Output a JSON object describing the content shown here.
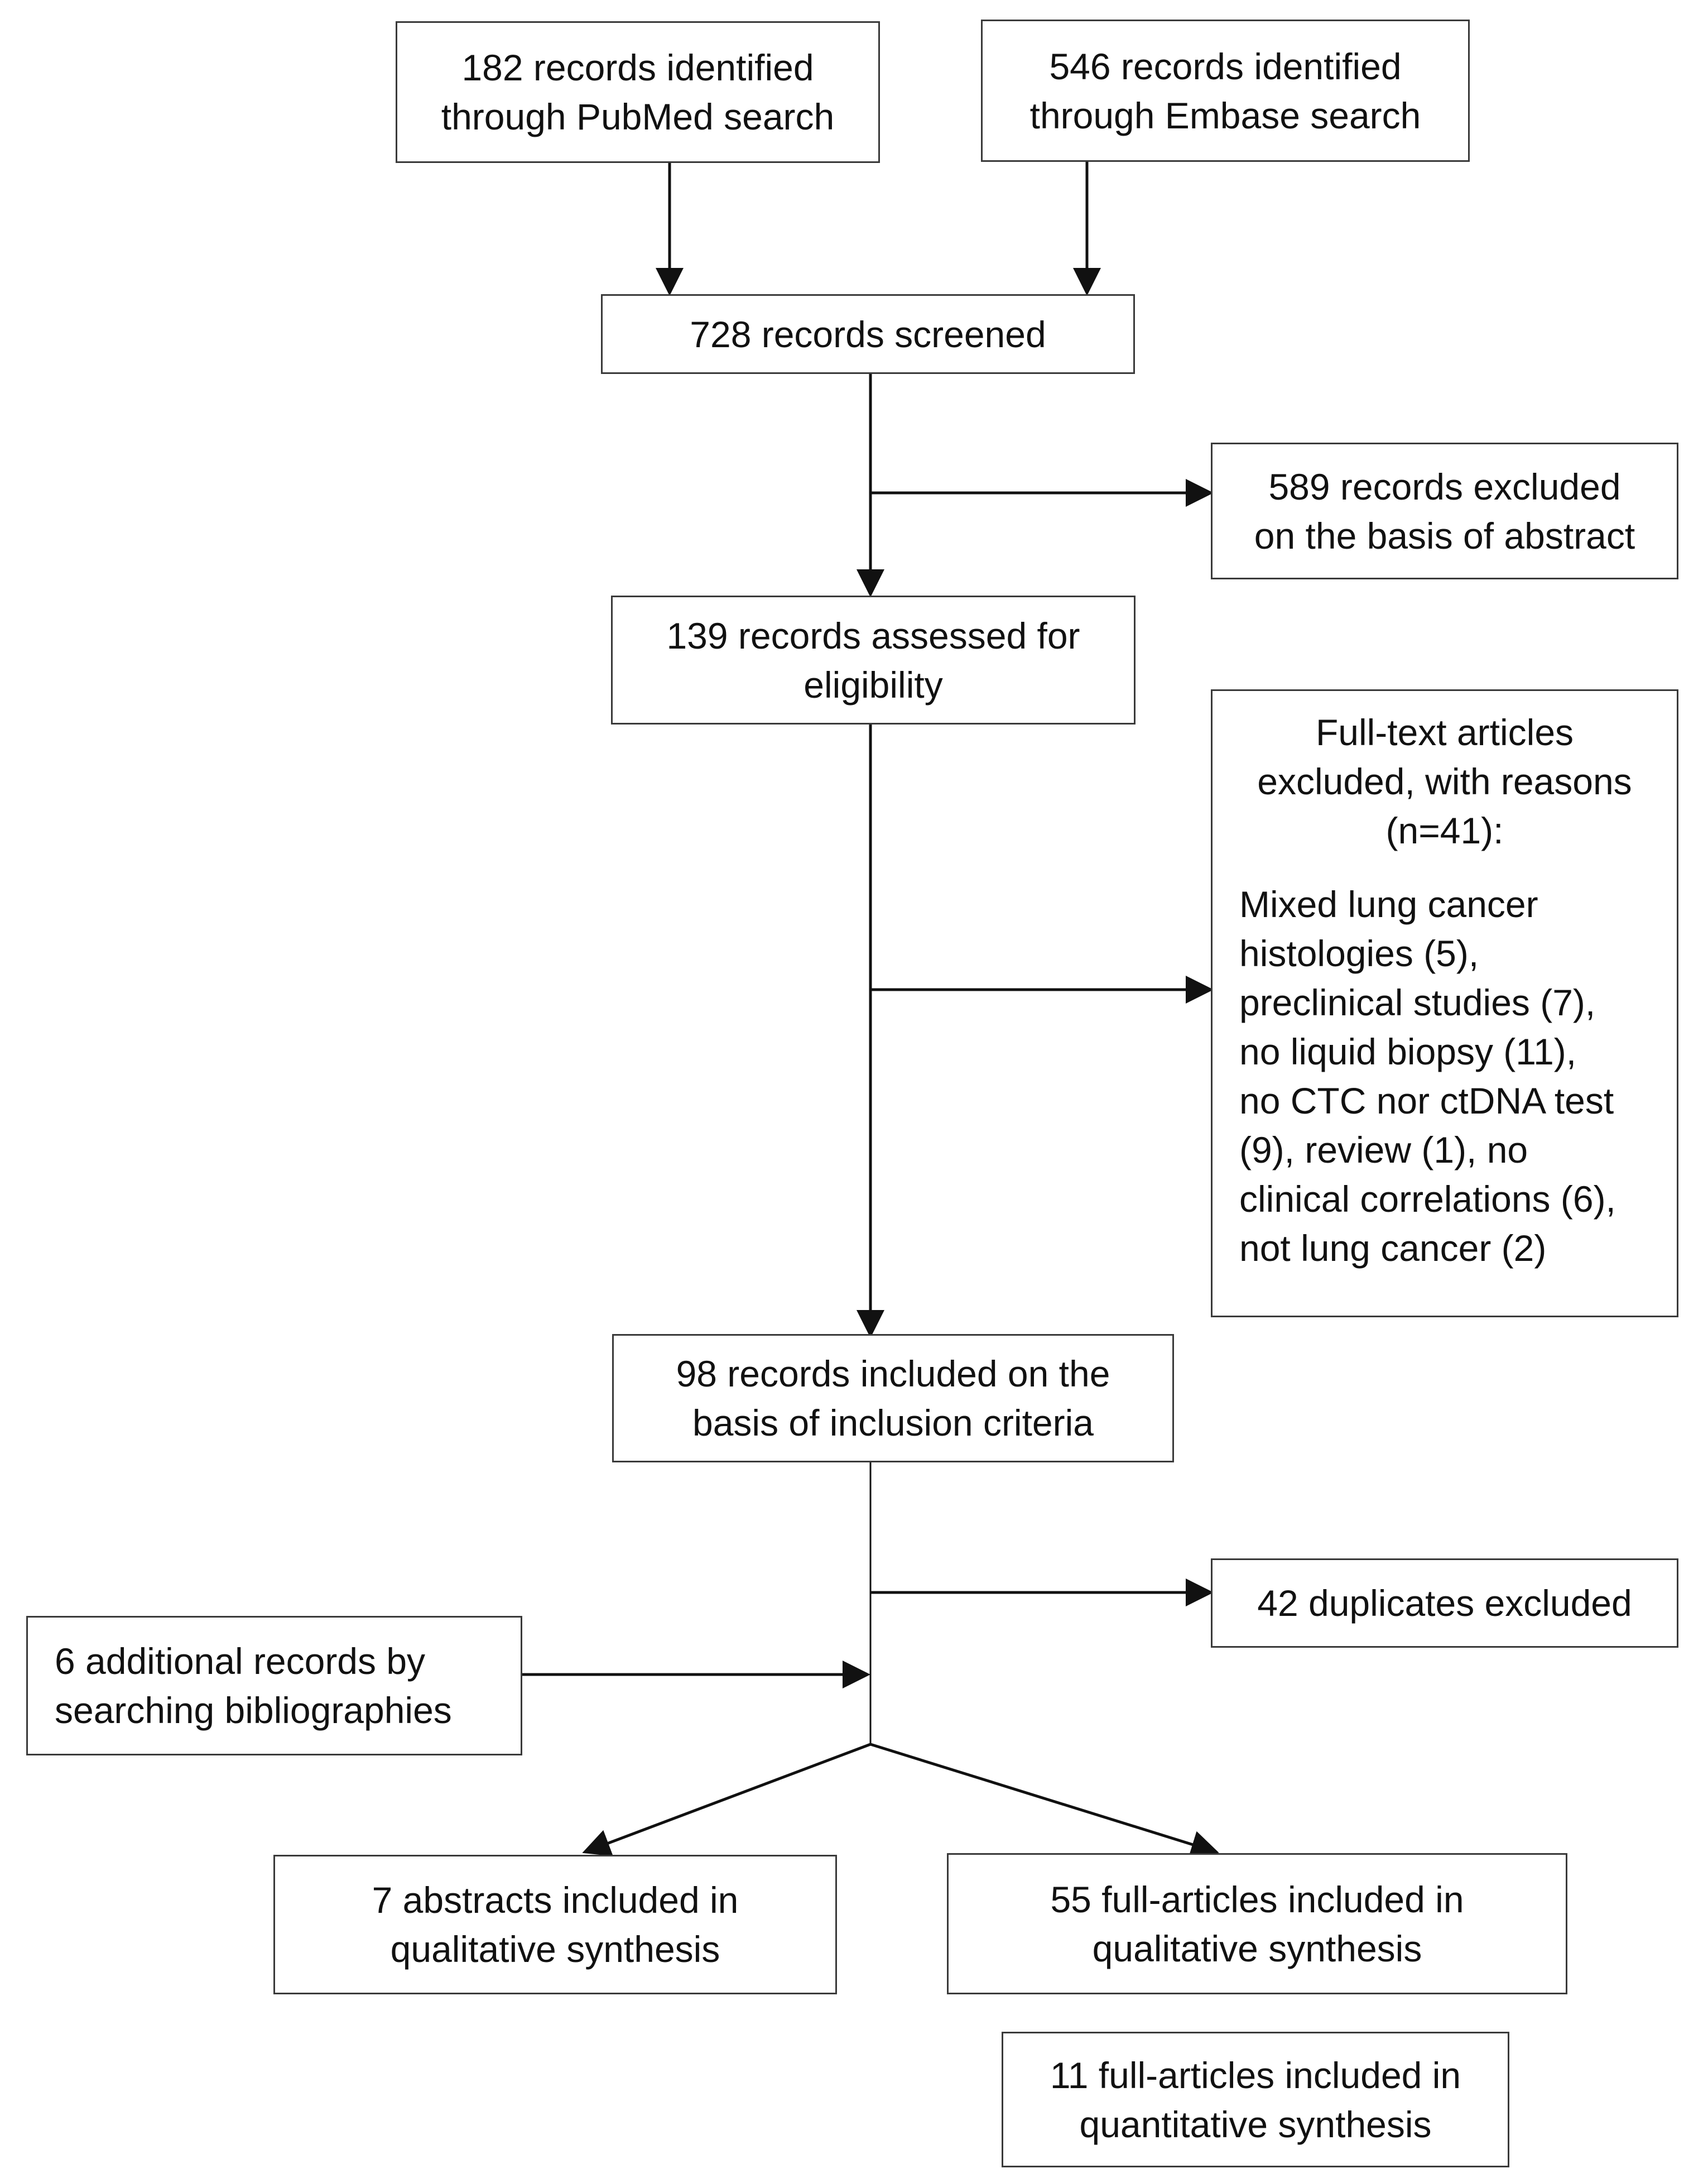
{
  "nodes": {
    "pubmed": [
      "182 records identified",
      "through PubMed search"
    ],
    "embase": [
      "546 records identified",
      "through Embase search"
    ],
    "screened": [
      "728 records screened"
    ],
    "excluded_abstract": [
      "589 records excluded",
      "on the basis of abstract"
    ],
    "assessed": [
      "139 records assessed for",
      "eligibility"
    ],
    "fulltext_excluded": {
      "heading": [
        "Full-text articles",
        "excluded, with reasons",
        "(n=41):"
      ],
      "reasons": [
        "Mixed lung cancer",
        "histologies (5),",
        "preclinical studies (7),",
        "no liquid biopsy (11),",
        "no CTC nor ctDNA test",
        "(9), review (1), no",
        "clinical correlations (6),",
        "not lung cancer (2)"
      ]
    },
    "included": [
      "98 records included on the",
      "basis of inclusion criteria"
    ],
    "duplicates": [
      "42 duplicates excluded"
    ],
    "additional": [
      "6 additional records by",
      "searching bibliographies"
    ],
    "abstracts": [
      "7 abstracts included in",
      "qualitative synthesis"
    ],
    "full_qual": [
      "55 full-articles included in",
      "qualitative synthesis"
    ],
    "full_quant": [
      "11 full-articles included in",
      "quantitative synthesis"
    ]
  },
  "colors": {
    "line": "#111111",
    "border": "#3a3a3a",
    "text": "#111111"
  }
}
